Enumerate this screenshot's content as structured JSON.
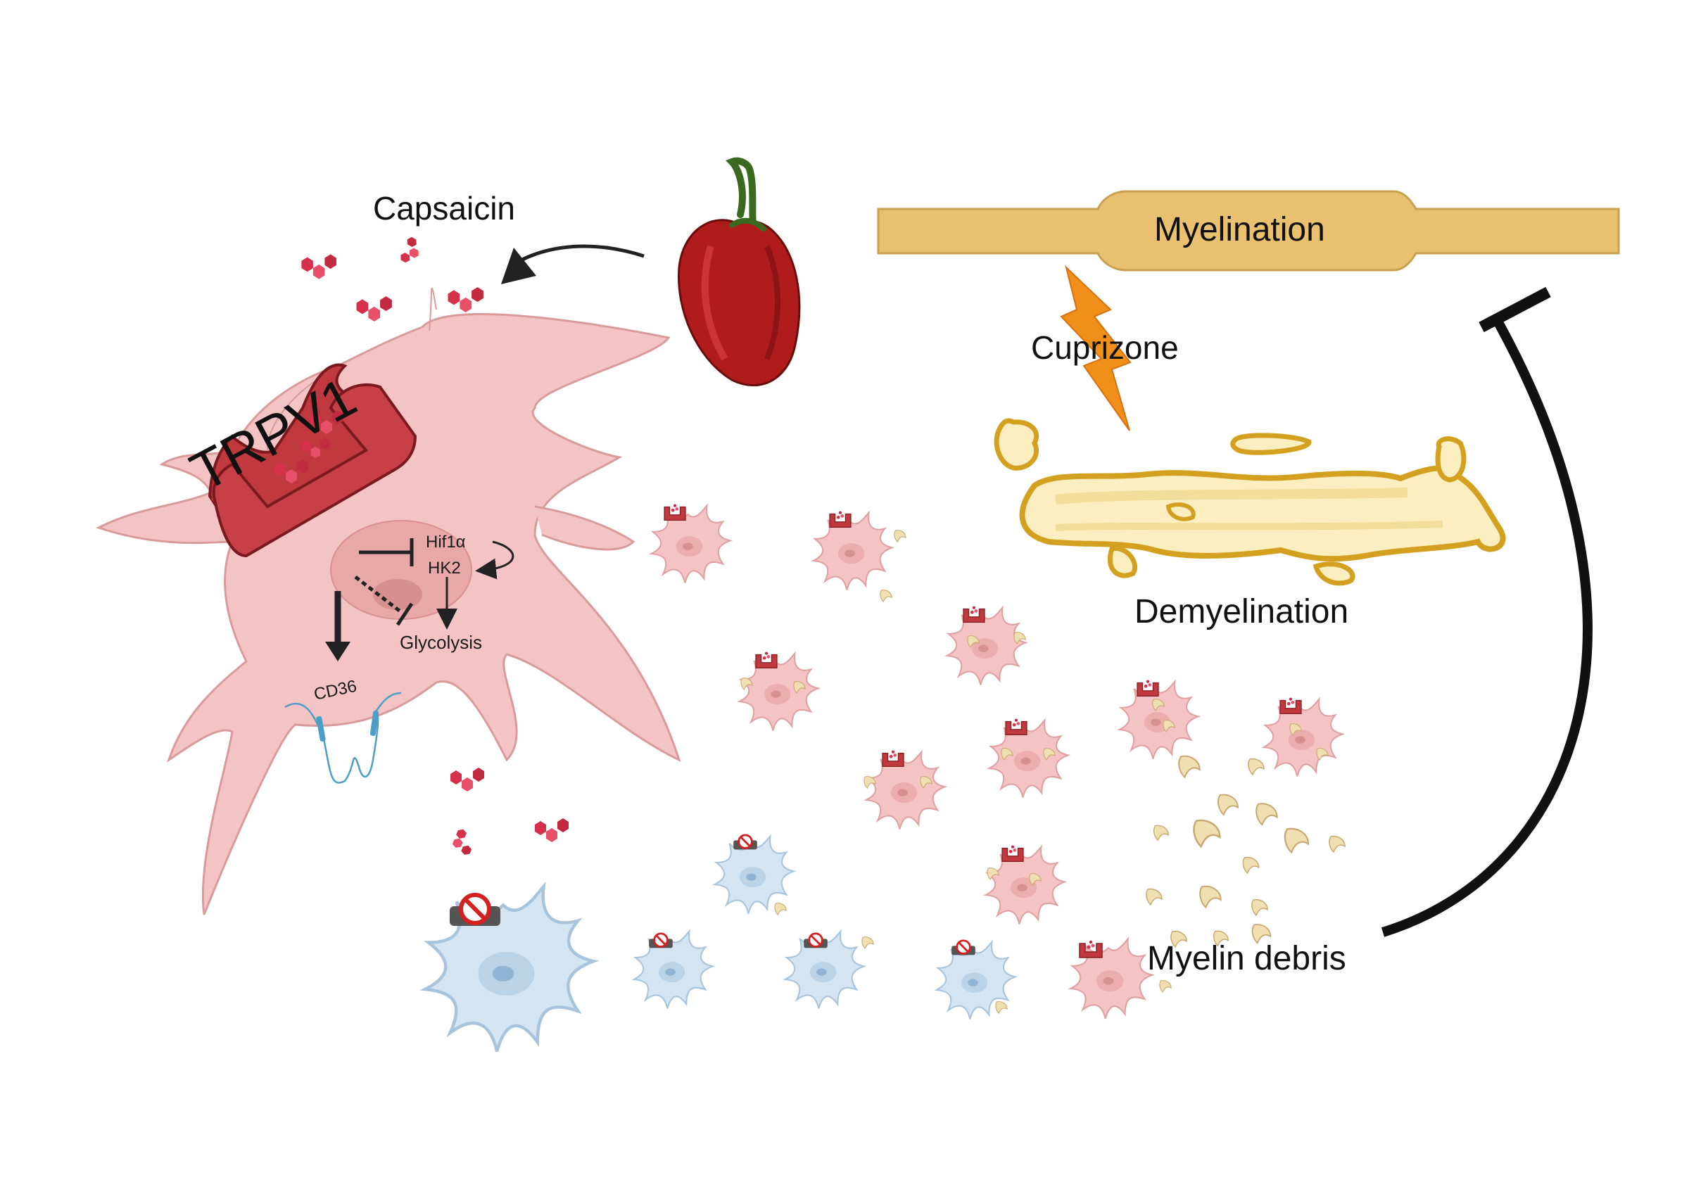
{
  "labels": {
    "capsaicin": "Capsaicin",
    "trpv1": "TRPV1",
    "hif1a": "Hif1α",
    "hk2": "HK2",
    "glycolysis": "Glycolysis",
    "cd36": "CD36",
    "myelination": "Myelination",
    "cuprizone": "Cuprizone",
    "demyelination": "Demyelination",
    "myelin_debris": "Myelin debris"
  },
  "colors": {
    "microglia_active": "#f4c4c4",
    "microglia_outline": "#e0a0a0",
    "microglia_resting": "#d4e4f0",
    "trpv1": "#c0393f",
    "myelin": "#e8c070",
    "myelin_outline": "#d4a020",
    "capsaicin": "#d6304a",
    "lightning": "#f0901a",
    "pepper": "#b01c1c",
    "debris": "#f0dfb0"
  }
}
